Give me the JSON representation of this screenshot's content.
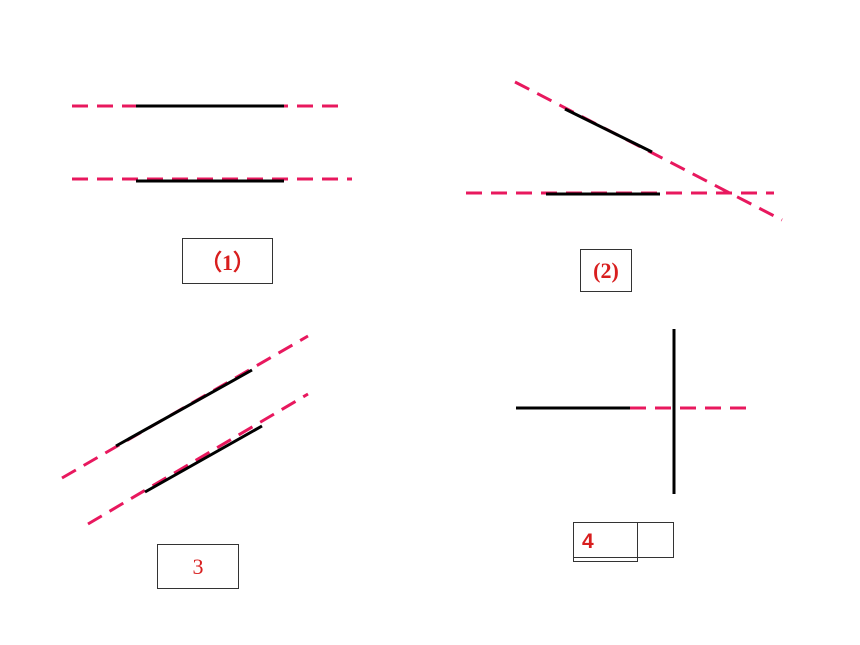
{
  "colors": {
    "solid_line": "#000000",
    "dashed_line": "#e8185e",
    "label_text": "#d81e1e",
    "box_border": "#333333"
  },
  "panels": [
    {
      "id": "panel-1",
      "label": "（1）"
    },
    {
      "id": "panel-2",
      "label": "(2)"
    },
    {
      "id": "panel-3",
      "label": "3"
    },
    {
      "id": "panel-4",
      "label": "4"
    }
  ]
}
